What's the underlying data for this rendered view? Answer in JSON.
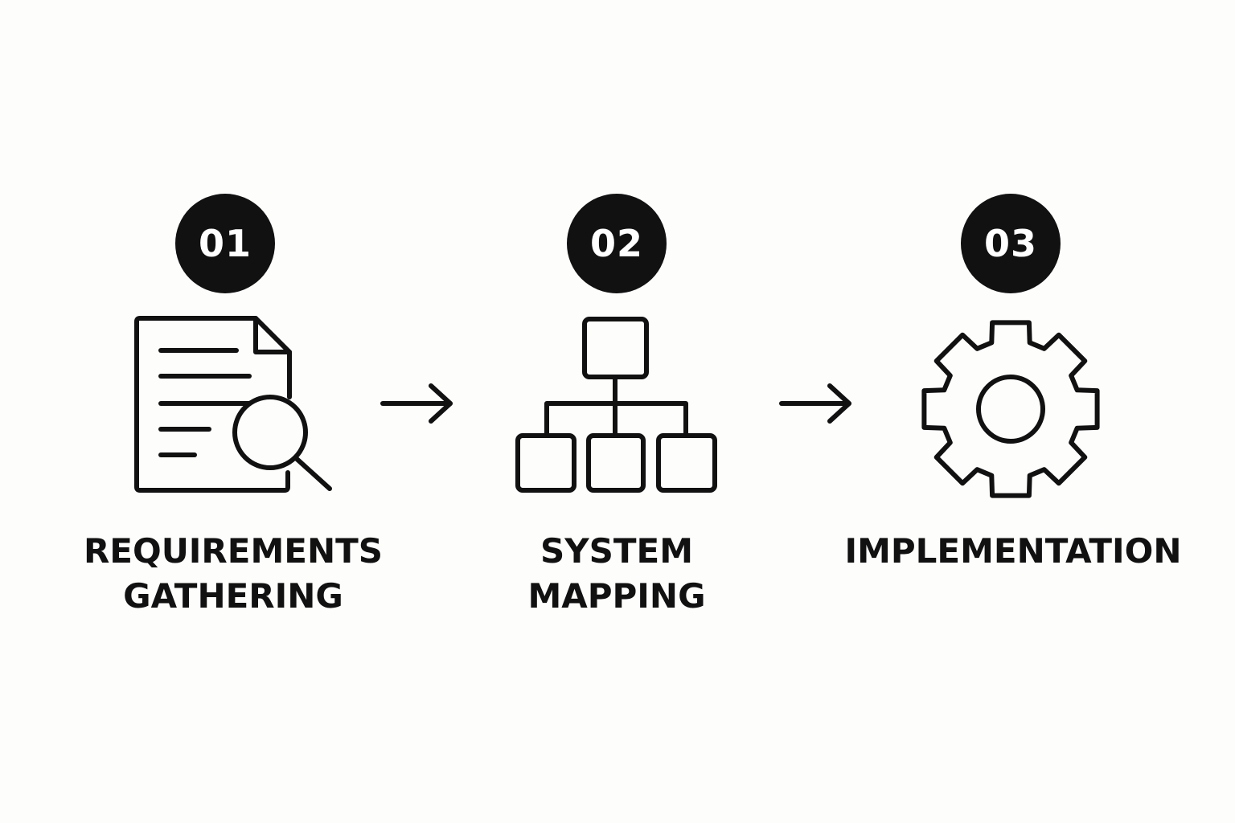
{
  "steps": [
    {
      "number": "01",
      "label_lines": [
        "REQUIREMENTS",
        "GATHERING"
      ],
      "icon": "document-search-icon"
    },
    {
      "number": "02",
      "label_lines": [
        "SYSTEM",
        "MAPPING"
      ],
      "icon": "hierarchy-icon"
    },
    {
      "number": "03",
      "label_lines": [
        "IMPLEMENTATION"
      ],
      "icon": "gear-icon"
    }
  ],
  "connectors": [
    "arrow-right-icon",
    "arrow-right-icon"
  ],
  "colors": {
    "ink": "#111111",
    "badge_text": "#ffffff",
    "background": "#fdfdfc"
  }
}
